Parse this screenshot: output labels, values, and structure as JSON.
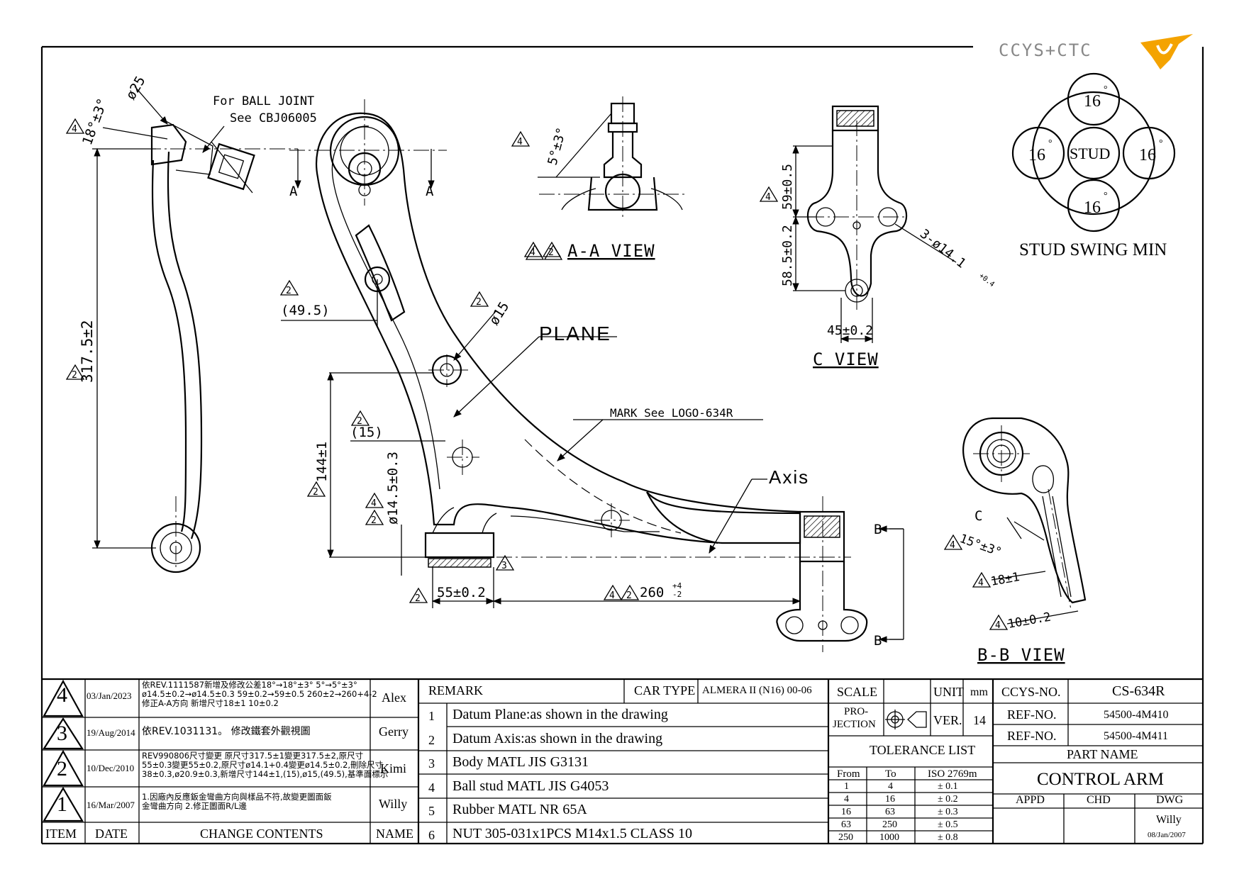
{
  "brand": {
    "logo_text": "CCYS+CTC",
    "accent": "#f4a300"
  },
  "ball_joint": {
    "note_1": "For BALL JOINT",
    "note_2": "See CBJ06005"
  },
  "dims": {
    "d25": "ø25",
    "ang18": "18°±3°",
    "h3175": "317.5±2",
    "w495": "(49.5)",
    "d15": "ø15",
    "w15": "(15)",
    "h144": "144±1",
    "d145": "ø14.5±0.3",
    "w55": "55±0.2",
    "w260": "260",
    "w260_tol_top": "+4",
    "w260_tol_bot": "-2",
    "ang5": "5°±3°",
    "h59": "59±0.5",
    "h585": "58.5±0.2",
    "d141": "3-ø14.1",
    "d141_tol": "+0.4",
    "w45": "45±0.2",
    "ang15": "15°±3°",
    "l18": "18±1",
    "l10": "10±0.2"
  },
  "labels": {
    "section_a": "A",
    "section_b": "B",
    "section_c": "C",
    "plane": "PLANE",
    "axis": "Axis",
    "mark": "MARK See LOGO-634R",
    "aa_view": "A-A VIEW",
    "c_view": "C VIEW",
    "bb_view": "B-B VIEW",
    "stud_swing": "STUD SWING MIN",
    "stud": "STUD",
    "swing_values": [
      "16",
      "16",
      "16",
      "16"
    ],
    "swing_degree": "°"
  },
  "rev_flags": {
    "r2": "2",
    "r3": "3",
    "r4": "4"
  },
  "revisions": [
    {
      "rev": "4",
      "date": "03/Jan/2023",
      "name": "Alex",
      "lines": [
        "依REV.1111587新增及修改公差18°→18°±3° 5°→5°±3°",
        "ø14.5±0.2→ø14.5±0.3  59±0.2→59±0.5  260±2→260+4-2",
        "修正A-A方向 新增尺寸18±1 10±0.2"
      ]
    },
    {
      "rev": "3",
      "date": "19/Aug/2014",
      "name": "Gerry",
      "lines": [
        "依REV.1031131。 修改鐵套外觀視圖"
      ]
    },
    {
      "rev": "2",
      "date": "10/Dec/2010",
      "name": "Kimi",
      "lines": [
        "REV990806尺寸變更 原尺寸317.5±1變更317.5±2,原尺寸",
        "55±0.3變更55±0.2,原尺寸ø14.1+0.4變更ø14.5±0.2,刪除尺寸",
        "38±0.3,ø20.9±0.3,新增尺寸144±1,(15),ø15,(49.5),基準面標示"
      ]
    },
    {
      "rev": "1",
      "date": "16/Mar/2007",
      "name": "Willy",
      "lines": [
        "1.因廠內反應鈑金彎曲方向與樣品不符,故變更圖面鈑",
        "金彎曲方向  2.修正圖面R/L邊"
      ]
    }
  ],
  "rev_headers": {
    "item": "ITEM",
    "date": "DATE",
    "change": "CHANGE CONTENTS",
    "name": "NAME"
  },
  "remark": {
    "title": "REMARK",
    "car_type_label": "CAR TYPE",
    "car_type_value": "ALMERA II (N16) 00-06",
    "items": [
      {
        "no": "1",
        "text": "Datum Plane:as shown in the drawing"
      },
      {
        "no": "2",
        "text": "Datum Axis:as shown in the drawing"
      },
      {
        "no": "3",
        "text": "Body MATL JIS G3131"
      },
      {
        "no": "4",
        "text": "Ball stud MATL JIS G4053"
      },
      {
        "no": "5",
        "text": "Rubber MATL NR 65A"
      },
      {
        "no": "6",
        "text": "NUT 305-031x1PCS M14x1.5 CLASS 10"
      }
    ]
  },
  "title_block": {
    "scale_label": "SCALE",
    "unit_label": "UNIT",
    "unit_value": "mm",
    "projection_label_1": "PRO-",
    "projection_label_2": "JECTION",
    "ver_label": "VER.",
    "ver_value": "14",
    "ccys_no_label": "CCYS-NO.",
    "ccys_no_value": "CS-634R",
    "ref1_label": "REF-NO.",
    "ref1_value": "54500-4M410",
    "ref2_label": "REF-NO.",
    "ref2_value": "54500-4M411",
    "tolerance_title": "TOLERANCE LIST",
    "tol_headers": [
      "From",
      "To",
      "ISO 2769m"
    ],
    "tol_rows": [
      [
        "1",
        "4",
        "± 0.1"
      ],
      [
        "4",
        "16",
        "± 0.2"
      ],
      [
        "16",
        "63",
        "± 0.3"
      ],
      [
        "63",
        "250",
        "± 0.5"
      ],
      [
        "250",
        "1000",
        "± 0.8"
      ]
    ],
    "part_name_label": "PART NAME",
    "part_name_value": "CONTROL ARM",
    "appd_label": "APPD",
    "chd_label": "CHD",
    "dwg_label": "DWG",
    "dwg_name": "Willy",
    "dwg_date": "08/Jan/2007"
  }
}
